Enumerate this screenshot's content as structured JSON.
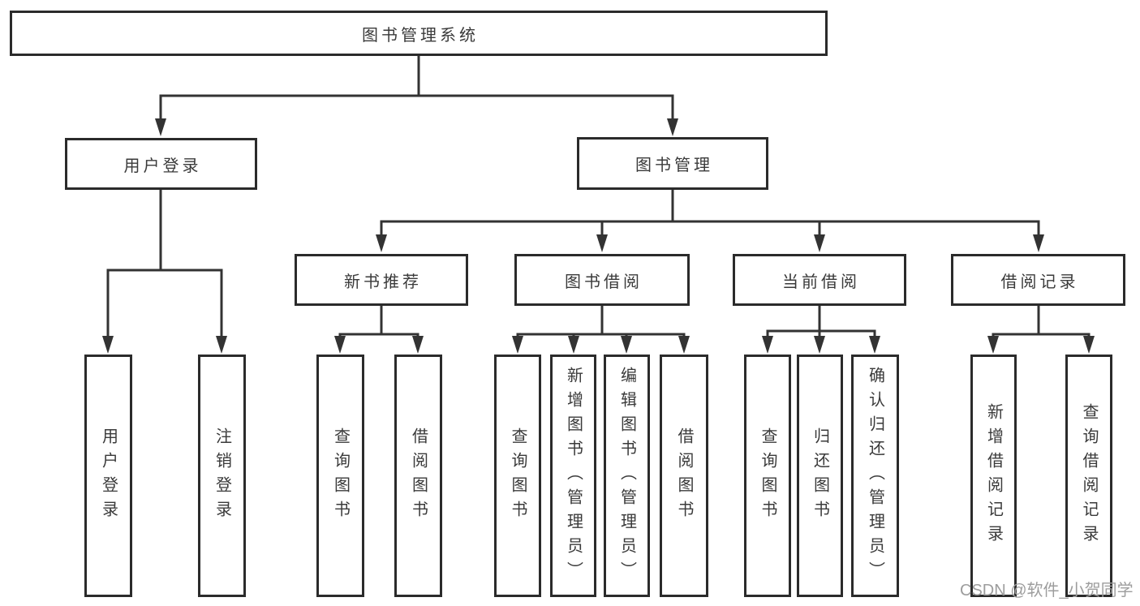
{
  "diagram": {
    "title": "图书管理系统",
    "root": {
      "label": "图书管理系统"
    },
    "branches": [
      {
        "label": "用户登录",
        "children": [
          {
            "label": "用户登录"
          },
          {
            "label": "注销登录"
          }
        ]
      },
      {
        "label": "图书管理",
        "children": [
          {
            "label": "新书推荐",
            "children": [
              {
                "label": "查询图书"
              },
              {
                "label": "借阅图书"
              }
            ]
          },
          {
            "label": "图书借阅",
            "children": [
              {
                "label": "查询图书"
              },
              {
                "label": "新增图书（管理员）"
              },
              {
                "label": "编辑图书（管理员）"
              },
              {
                "label": "借阅图书"
              }
            ]
          },
          {
            "label": "当前借阅",
            "children": [
              {
                "label": "查询图书"
              },
              {
                "label": "归还图书"
              },
              {
                "label": "确认归还（管理员）"
              }
            ]
          },
          {
            "label": "借阅记录",
            "children": [
              {
                "label": "新增借阅记录"
              },
              {
                "label": "查询借阅记录"
              }
            ]
          }
        ]
      }
    ]
  },
  "watermark": {
    "text": "CSDN @软件_小贺同学",
    "color": "#9d9d9d"
  },
  "colors": {
    "background": "#ffffff",
    "line": "#333333",
    "box_border": "#2b2b2b",
    "text": "#3a3a3a"
  }
}
